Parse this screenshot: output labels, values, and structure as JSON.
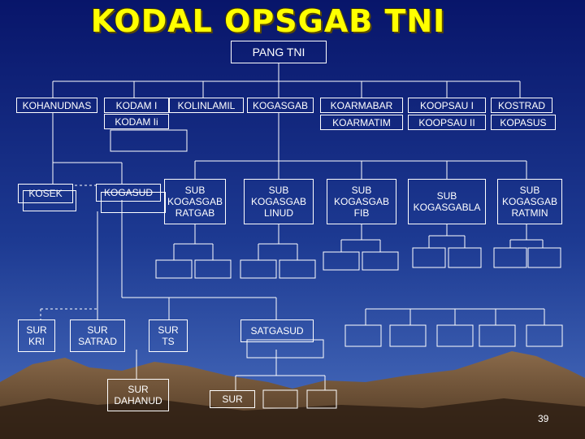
{
  "title": "KODAL OPSGAB TNI",
  "root": "PANG TNI",
  "nodes": {
    "kohanudnas": "KOHANUDNAS",
    "kodam_i": "KODAM I",
    "kodam_ii": "KODAM Ii",
    "kolinlamil": "KOLINLAMIL",
    "kogasgab": "KOGASGAB",
    "koarmabar": "KOARMABAR",
    "koarmatim": "KOARMATIM",
    "koopsau_i": "KOOPSAU I",
    "koopsau_ii": "KOOPSAU II",
    "kostrad": "KOSTRAD",
    "kopasus": "KOPASUS",
    "kosek": "KOSEK",
    "kogasud": "KOGASUD",
    "sub_ratgab": "SUB\nKOGASGAB\nRATGAB",
    "sub_linud": "SUB\nKOGASGAB\nLINUD",
    "sub_fib": "SUB\nKOGASGAB\nFIB",
    "sub_la": "SUB\nKOGASGABLA",
    "sub_ratmin": "SUB\nKOGASGAB\nRATMIN",
    "sur_kri": "SUR\nKRI",
    "sur_satrad": "SUR\nSATRAD",
    "sur_ts": "SUR\nTS",
    "satgasud": "SATGASUD",
    "sur_dahanud": "SUR\nDAHANUD",
    "sur": "SUR"
  },
  "page_number": "39",
  "colors": {
    "sky_top": "#0a1a6b",
    "sky_bottom": "#3a5fb0",
    "title": "#ffff00",
    "lines": "#ffffff"
  }
}
